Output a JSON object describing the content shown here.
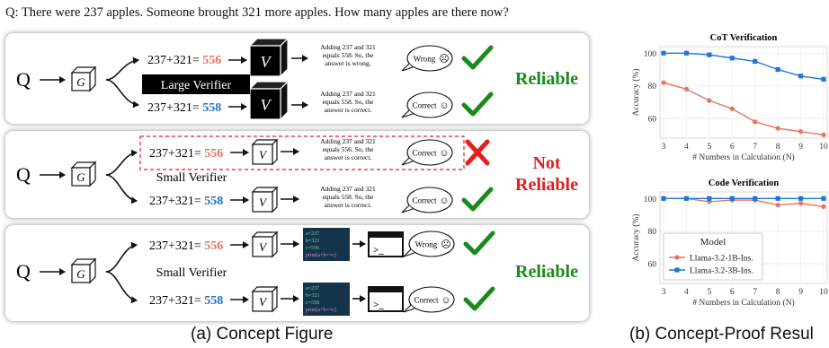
{
  "question": "Q: There were 237 apples. Someone brought 321 more apples. How many apples are there now?",
  "diagram": {
    "q_label": "Q",
    "generator_label": "G",
    "verifier_label": "V",
    "eq_prefix": "237+321= ",
    "wrong_answer": "556",
    "right_answer": "558",
    "colors": {
      "wrong": "#e8735e",
      "right": "#1f6fc4",
      "reliable": "#1a8a1a",
      "not_reliable": "#e02020"
    },
    "panel_top": {
      "verifier_name": "Large Verifier",
      "verdict": "Reliable",
      "upper": {
        "expl": [
          "Adding 237 and 321",
          "equals 558. So, the",
          "answer is wrong."
        ],
        "bubble": "Wrong",
        "mark": "check"
      },
      "lower": {
        "expl": [
          "Adding 237 and 321",
          "equals 558. So, the",
          "answer is correct."
        ],
        "bubble": "Correct",
        "mark": "check"
      }
    },
    "panel_mid": {
      "verifier_name": "Small Verifier",
      "verdict": [
        "Not",
        "Reliable"
      ],
      "upper": {
        "expl": [
          "Adding 237 and 321",
          "equals 556. So, the",
          "answer is correct."
        ],
        "bubble": "Correct",
        "mark": "cross"
      },
      "lower": {
        "expl": [
          "Adding 237 and 321",
          "equals 558. So, the",
          "answer is correct."
        ],
        "bubble": "Correct",
        "mark": "check"
      }
    },
    "panel_bot": {
      "verifier_name": "Small Verifier",
      "verdict": "Reliable",
      "upper": {
        "code": [
          "a=237",
          "b=321",
          "c=556",
          "print(a+b==c)"
        ],
        "bubble": "Wrong",
        "mark": "check"
      },
      "lower": {
        "code": [
          "a=237",
          "b=321",
          "c=558",
          "print(a+b==c)"
        ],
        "bubble": "Correct",
        "mark": "check"
      }
    },
    "terminal_prompt": ">_",
    "smiley_wrong": "☹",
    "smiley_right": "☺"
  },
  "caption_a": "(a) Concept Figure",
  "caption_b": "(b) Concept-Proof Resul",
  "chart_data": [
    {
      "type": "line",
      "title": "CoT Verification",
      "xlabel": "# Numbers in Calculation (N)",
      "ylabel": "Accuracy (%)",
      "x": [
        3,
        4,
        5,
        6,
        7,
        8,
        9,
        10
      ],
      "ylim": [
        48,
        104
      ],
      "yticks": [
        60,
        80,
        100
      ],
      "grid": true,
      "series": [
        {
          "name": "Llama-3.2-1B-Ins.",
          "color": "#e8735e",
          "marker": "circle",
          "values": [
            82,
            78,
            71,
            66,
            58,
            54,
            52,
            50
          ]
        },
        {
          "name": "Llama-3.2-3B-Ins.",
          "color": "#1f77d4",
          "marker": "square",
          "values": [
            100,
            100,
            99,
            97,
            95,
            90,
            86,
            84
          ]
        }
      ]
    },
    {
      "type": "line",
      "title": "Code Verification",
      "xlabel": "# Numbers in Calculation (N)",
      "ylabel": "Accuracy (%)",
      "x": [
        3,
        4,
        5,
        6,
        7,
        8,
        9,
        10
      ],
      "ylim": [
        48,
        104
      ],
      "yticks": [
        60,
        80,
        100
      ],
      "grid": true,
      "legend": {
        "title": "Model",
        "placement": "bottom-left"
      },
      "series": [
        {
          "name": "Llama-3.2-1B-Ins.",
          "color": "#e8735e",
          "marker": "circle",
          "values": [
            100,
            100,
            98,
            99,
            99,
            96,
            97,
            95
          ]
        },
        {
          "name": "Llama-3.2-3B-Ins.",
          "color": "#1f77d4",
          "marker": "square",
          "values": [
            100,
            100,
            100,
            100,
            100,
            100,
            100,
            100
          ]
        }
      ]
    }
  ]
}
